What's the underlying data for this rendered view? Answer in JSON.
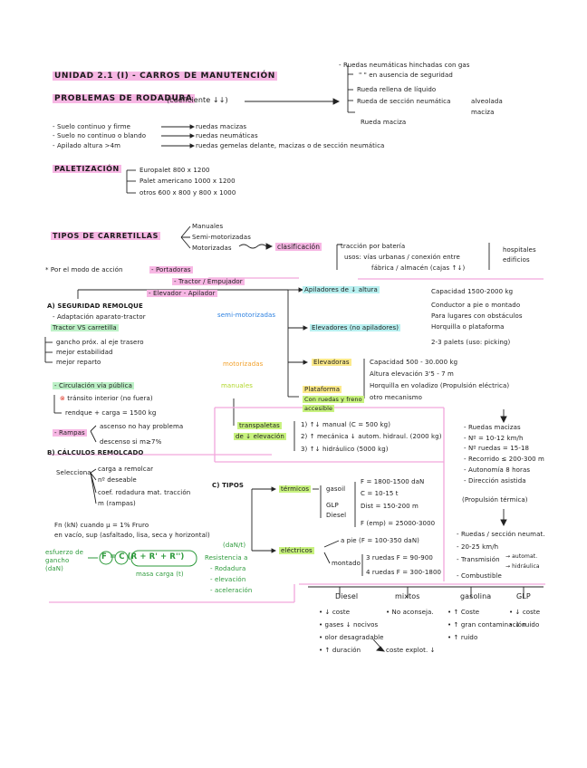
{
  "header": {
    "unit_title": "UNIDAD 2.1 (I) - CARROS DE MANUTENCIÓN",
    "problems_title": "PROBLEMAS DE RODADURA",
    "problems_note": "(coeficiente ↓↓)"
  },
  "wheels": [
    "- Ruedas neumáticas hinchadas con gas",
    "\"      \" en ausencia de seguridad",
    "Rueda rellena de líquido",
    "Rueda de sección neumática",
    "alveolada",
    "maciza",
    "Rueda maciza"
  ],
  "floors": [
    {
      "cond": "- Suelo continuo y firme",
      "res": "ruedas macizas"
    },
    {
      "cond": "- Suelo no continuo o blando",
      "res": "ruedas neumáticas"
    },
    {
      "cond": "- Apilado altura >4m",
      "res": "ruedas gemelas delante, macizas o de sección neumática"
    }
  ],
  "pallets": {
    "title": "PALETIZACIÓN",
    "items": [
      "Europalet 800 x 1200",
      "Palet americano 1000 x 1200",
      "otros 600 x 800 y 800 x 1000"
    ]
  },
  "types": {
    "title": "TIPOS DE CARRETILLAS",
    "items": [
      "Manuales",
      "Semi-motorizadas",
      "Motorizadas"
    ],
    "clasificacion": "clasificación",
    "class_items": [
      "tracción por batería",
      "usos: vías urbanas / conexión entre",
      "fábrica / almacén (cajas ↑↓)",
      "hospitales",
      "edificios"
    ]
  },
  "action": {
    "label": "* Por el modo de acción",
    "items": [
      "- Portadoras",
      "- Tractor / Empujador",
      "- Elevador - Apilador"
    ]
  },
  "section_a": {
    "title": "A) SEGURIDAD REMOLQUE",
    "lines": [
      "- Adaptación aparato-tractor",
      "Tractor VS carretilla",
      "gancho próx. al eje trasero",
      "mejor estabilidad",
      "mejor reparto",
      "- Circulación vía pública",
      "tránsito interior (no fuera)",
      "rendque + carga = 1500 kg",
      "- Rampas",
      "ascenso no hay problema",
      "descenso si m≥7%"
    ]
  },
  "section_b": {
    "title": "B) CÁLCULOS REMOLCADO",
    "selection": "Selecciona",
    "sel_items": [
      "carga a remolcar",
      "nº deseable",
      "coef. rodadura mat. tracción",
      "m (rampas)"
    ],
    "formula1": "Fn (kN) cuando μ = 1% Fruro",
    "formula2": "en vacío, sup (asfaltado, lisa, seca y horizontal)",
    "effort": "esfuerzo de gancho (daN)",
    "eq": "F = C (R + R' + R'')",
    "daN": "(daN/t)",
    "resist": [
      "Resistencia a",
      "- Rodadura",
      "- elevación",
      "- aceleración"
    ],
    "carga": "masa carga (t)"
  },
  "section_c": {
    "title": "C) TIPOS",
    "termicos": "térmicos",
    "fuels": [
      "gasoil",
      "GLP",
      "Diesel"
    ],
    "term_specs": [
      "F = 1800-1500 daN",
      "C = 10-15 t",
      "Dist = 150-200 m",
      "F (emp) = 25000-3000"
    ],
    "electricos": "eléctricos",
    "elec_specs": [
      "a pie (F = 100-350 daN)",
      "montado",
      "3 ruedas F = 90-900",
      "4 ruedas F = 300-1800"
    ]
  },
  "right": {
    "apiladores": "Apiladores de ↓ altura",
    "api_specs": [
      "Capacidad 1500-2000 kg",
      "Conductor a pie o montado",
      "Para lugares con obstáculos",
      "Horquilla o plataforma",
      "2-3 palets (uso: picking)"
    ],
    "elevadores_na": "Elevadores (no apiladores)",
    "semi": "semi-motorizadas",
    "motorizadas": "motorizadas",
    "manuales": "manuales",
    "elevadoras": "Elevadoras",
    "elev_specs": [
      "Capacidad 500 - 30.000 kg",
      "Altura elevación 3'5 - 7 m",
      "Horquilla en voladizo (Propulsión eléctrica)",
      "otro mecanismo"
    ],
    "plataforma": "Plataforma",
    "plat_sub": "Con ruedas y freno",
    "plat_sub2": "accesible",
    "transpaletas": "transpaletas",
    "transp_sub": "de ↓ elevación",
    "transp_items": [
      "1) ↑↓ manual (C = 500 kg)",
      "2) ↑ mecánica ↓ autom. hidraul. (2000 kg)",
      "3) ↑↓ hidráulico (5000 kg)"
    ],
    "pe_specs": [
      "- Ruedas macizas",
      "- Nº = 10-12 km/h",
      "- Nº ruedas = 15-18",
      "- Recorrido ≤ 200-300 m",
      "- Autonomía 8 horas",
      "- Dirección asistida"
    ],
    "pt_title": "(Propulsión térmica)",
    "pt_specs": [
      "- Ruedas / sección neumat.",
      "- 20-25 km/h",
      "- Transmisión",
      "→ automat.",
      "→ hidráulica",
      "- Combustible"
    ]
  },
  "fuel_table": {
    "headers": [
      "Diesel",
      "mixtos",
      "gasolina",
      "GLP"
    ],
    "diesel": [
      "• ↓ coste",
      "• gases ↓ nocivos",
      "• olor desagradable",
      "• ↑ duración"
    ],
    "mixtos": [
      "• No aconseja.",
      "coste explot. ↓"
    ],
    "gasolina": [
      "• ↑ Coste",
      "• ↑ gran contaminación",
      "• ↑ ruido"
    ],
    "glp": [
      "• ↓ coste",
      "• ↓ ruido"
    ]
  }
}
